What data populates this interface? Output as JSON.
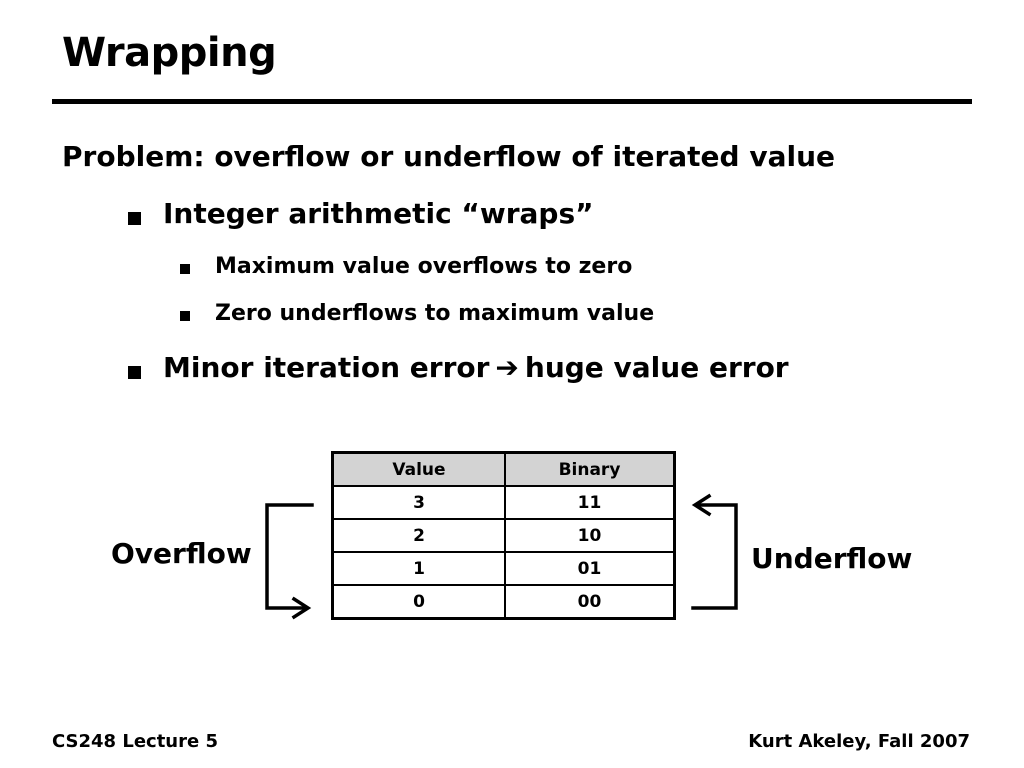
{
  "slide": {
    "title": "Wrapping",
    "bullets": {
      "problem": "Problem: overflow or underflow of iterated value",
      "integer_wraps": "Integer arithmetic “wraps”",
      "max_overflows": "Maximum value overflows to zero",
      "zero_underflows": "Zero underflows to maximum value",
      "minor_error_start": "Minor iteration error",
      "arrow_glyph": "➔",
      "minor_error_end": "huge value error"
    },
    "table": {
      "headers": [
        "Value",
        "Binary"
      ],
      "rows": [
        [
          "3",
          "11"
        ],
        [
          "2",
          "10"
        ],
        [
          "1",
          "01"
        ],
        [
          "0",
          "00"
        ]
      ]
    },
    "labels": {
      "overflow": "Overflow",
      "underflow": "Underflow"
    },
    "footer": {
      "left": "CS248 Lecture 5",
      "right": "Kurt Akeley, Fall 2007"
    }
  }
}
